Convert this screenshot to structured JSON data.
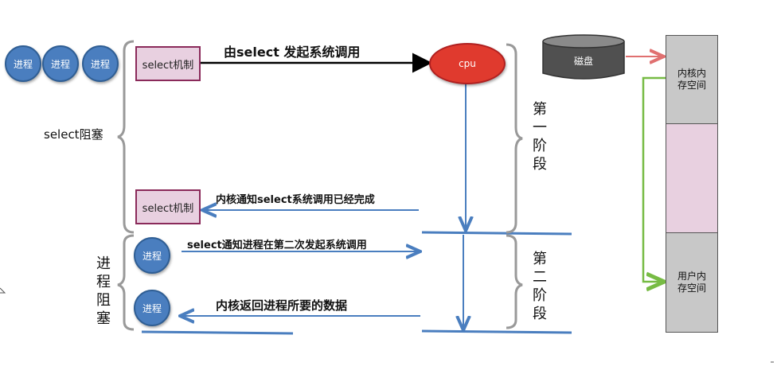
{
  "processes": {
    "p1": "进程",
    "p2": "进程",
    "p3": "进程",
    "p4": "进程",
    "p5": "进程"
  },
  "select_box_1": "select机制",
  "select_box_2": "select机制",
  "select_block_label": "select阻塞",
  "process_block_label": "进程阻塞",
  "cpu_label": "cpu",
  "disk_label": "磁盘",
  "phase_1": "第一阶段",
  "phase_2": "第二阶段",
  "arrows": {
    "select_call": "由select 发起系统调用",
    "kernel_notify": "内核通知select系统调用已经完成",
    "select_notify": "select通知进程在第二次发起系统调用",
    "kernel_return": "内核返回进程所要的数据"
  },
  "memory": {
    "kernel": "内核内存空间",
    "user": "用户内存空间"
  },
  "colors": {
    "process_fill": "#4a7ebf",
    "cpu_fill": "#e03a2e",
    "select_fill": "#e8d0e0",
    "arrow_blue": "#4a7ebf",
    "arrow_red": "#e07070",
    "arrow_green": "#77bb44",
    "memory_gray": "#c8c8c8",
    "memory_pink": "#e8d0e0"
  }
}
